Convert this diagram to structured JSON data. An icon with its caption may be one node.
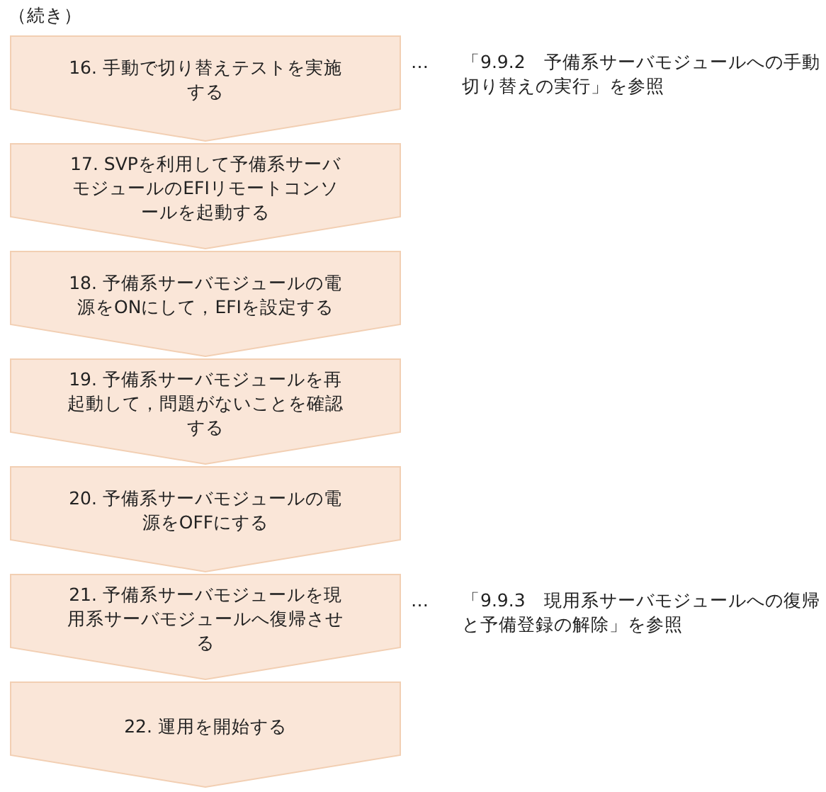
{
  "diagram": {
    "nodes": [
      {
        "text": [
          "16. 手動で切り替えテストを実施する"
        ],
        "beside": [
          "…",
          "「9.9.2　予備系サーバモジュールへの手動切り替えの実行」を参照"
        ]
      },
      {
        "text": [
          "17. SVPを利用して予備系サーバモジュールのEFIリモートコンソールを起動する"
        ]
      },
      {
        "text": [
          "18. 予備系サーバモジュールの電源をONにして，EFIを設定する"
        ]
      },
      {
        "text": [
          "19. 予備系サーバモジュールを再起動して，問題がないことを確認する"
        ]
      },
      {
        "text": [
          "20. 予備系サーバモジュールの電源をOFFにする"
        ]
      },
      {
        "text": [
          "21. 予備系サーバモジュールを現用系サーバモジュールへ復帰させる"
        ],
        "beside": [
          "…",
          "「9.9.3　現用系サーバモジュールへの復帰と予備登録の解除」を参照"
        ]
      },
      {
        "text": [
          "22. 運用を開始する"
        ]
      }
    ],
    "labels": [
      "（続き）"
    ]
  }
}
